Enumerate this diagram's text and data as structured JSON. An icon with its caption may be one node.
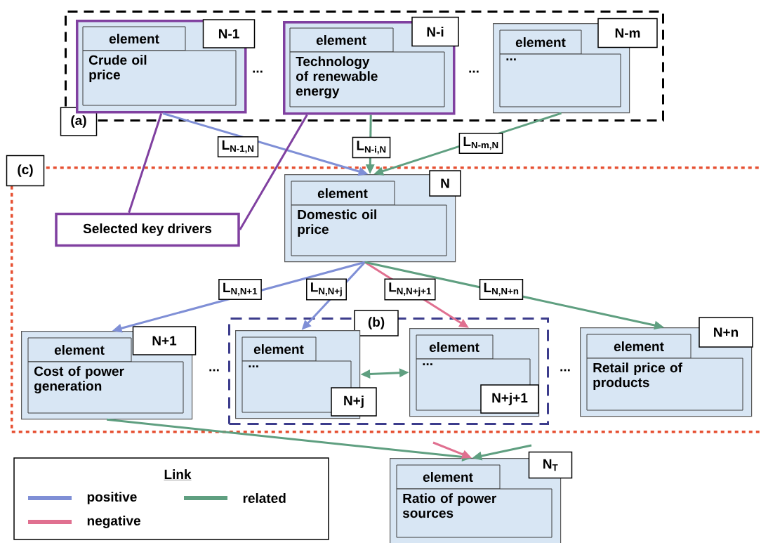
{
  "diagram": {
    "nodes": [
      {
        "text": [
          "(a)"
        ]
      },
      {
        "text": [
          "element",
          "Crude oil price",
          "N-1"
        ],
        "in": 0
      },
      {
        "text": [
          "element",
          "Technology of renewable energy",
          "N-i"
        ],
        "in": 0
      },
      {
        "text": [
          "element",
          "...",
          "N-m"
        ],
        "in": 0
      },
      {
        "text": [
          "(c)"
        ]
      },
      {
        "text": [
          "element",
          "Domestic oil price",
          "N"
        ],
        "in": 4
      },
      {
        "text": [
          "Selected key drivers"
        ],
        "in": 4
      },
      {
        "text": [
          "element",
          "Cost of power generation",
          "N+1"
        ],
        "in": 4
      },
      {
        "text": [
          "(b)"
        ],
        "in": 4
      },
      {
        "text": [
          "element",
          "...",
          "N+j"
        ],
        "in": 8
      },
      {
        "text": [
          "element",
          "...",
          "N+j+1"
        ],
        "in": 8
      },
      {
        "text": [
          "element",
          "Retail price of products",
          "N+n"
        ],
        "in": 4
      },
      {
        "text": [
          "element",
          "Ratio of power sources",
          "N$_{T}$"
        ]
      }
    ],
    "edges": [
      {
        "from": 1,
        "to": 5,
        "arrow": "to",
        "label": "L$_{N-1,N}$",
        "color": "#7f8fd6"
      },
      {
        "from": 2,
        "to": 5,
        "arrow": "to",
        "label": "L$_{N-i,N}$",
        "color": "#5f9f80"
      },
      {
        "from": 3,
        "to": 5,
        "arrow": "to",
        "label": "L$_{N-m,N}$",
        "color": "#5f9f80"
      },
      {
        "from": 6,
        "to": 1,
        "arrow": "none",
        "color": "#8040a0"
      },
      {
        "from": 6,
        "to": 2,
        "arrow": "none",
        "color": "#8040a0"
      },
      {
        "from": 5,
        "to": 7,
        "arrow": "to",
        "label": "L$_{N,N+1}$",
        "color": "#7f8fd6"
      },
      {
        "from": 5,
        "to": 9,
        "arrow": "to",
        "label": "L$_{N,N+j}$",
        "color": "#7f8fd6"
      },
      {
        "from": 5,
        "to": 10,
        "arrow": "to",
        "label": "L$_{N,N+j+1}$",
        "color": "#e07090"
      },
      {
        "from": 5,
        "to": 11,
        "arrow": "to",
        "label": "L$_{N,N+n}$",
        "color": "#5f9f80"
      },
      {
        "from": 9,
        "to": 10,
        "arrow": "both",
        "color": "#5f9f80"
      },
      {
        "from": 7,
        "to": 12,
        "arrow": "to",
        "color": "#5f9f80"
      },
      {
        "from": null,
        "to": 12,
        "arrow": "to",
        "color": "#e07090"
      },
      {
        "from": null,
        "to": 12,
        "arrow": "to",
        "color": "#5f9f80"
      }
    ],
    "labels": [
      "...",
      "...",
      "...",
      "...",
      "Link"
    ],
    "legend": [
      {
        "text": "positive",
        "color": "#7f8fd6"
      },
      {
        "text": "related",
        "color": "#5f9f80"
      },
      {
        "text": "negative",
        "color": "#e07090"
      }
    ]
  }
}
